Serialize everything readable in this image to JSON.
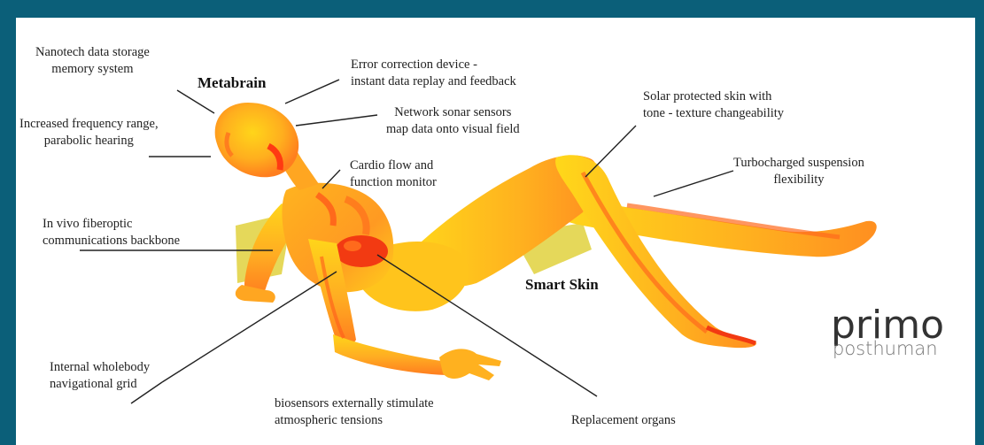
{
  "title": "Metabrain",
  "region_label": "Smart Skin",
  "brand": {
    "main": "primo",
    "sub": "posthuman"
  },
  "labels": {
    "nanotech": [
      "Nanotech data storage",
      "memory system"
    ],
    "error_correction": [
      "Error correction device -",
      "instant data replay and feedback"
    ],
    "frequency": [
      "Increased frequency range,",
      "parabolic hearing"
    ],
    "sonar": [
      "Network sonar sensors",
      "map data onto visual field"
    ],
    "solar": [
      "Solar protected skin with",
      "tone - texture changeability"
    ],
    "cardio": [
      "Cardio flow and",
      "function monitor"
    ],
    "turbo": [
      "Turbocharged suspension",
      "flexibility"
    ],
    "fiberoptic": [
      "In vivo fiberoptic",
      "communications backbone"
    ],
    "wholebody": [
      "Internal wholebody",
      "navigational grid"
    ],
    "biosensors": [
      "biosensors externally stimulate",
      "atmospheric tensions"
    ],
    "organs": [
      "Replacement organs"
    ]
  },
  "colors": {
    "frame": "#0b5f79",
    "body_light": "#ffd21a",
    "body_mid": "#ffa321",
    "body_dark": "#ff5a1a",
    "organ": "#f23a12",
    "shadow": "#e2d25a"
  }
}
